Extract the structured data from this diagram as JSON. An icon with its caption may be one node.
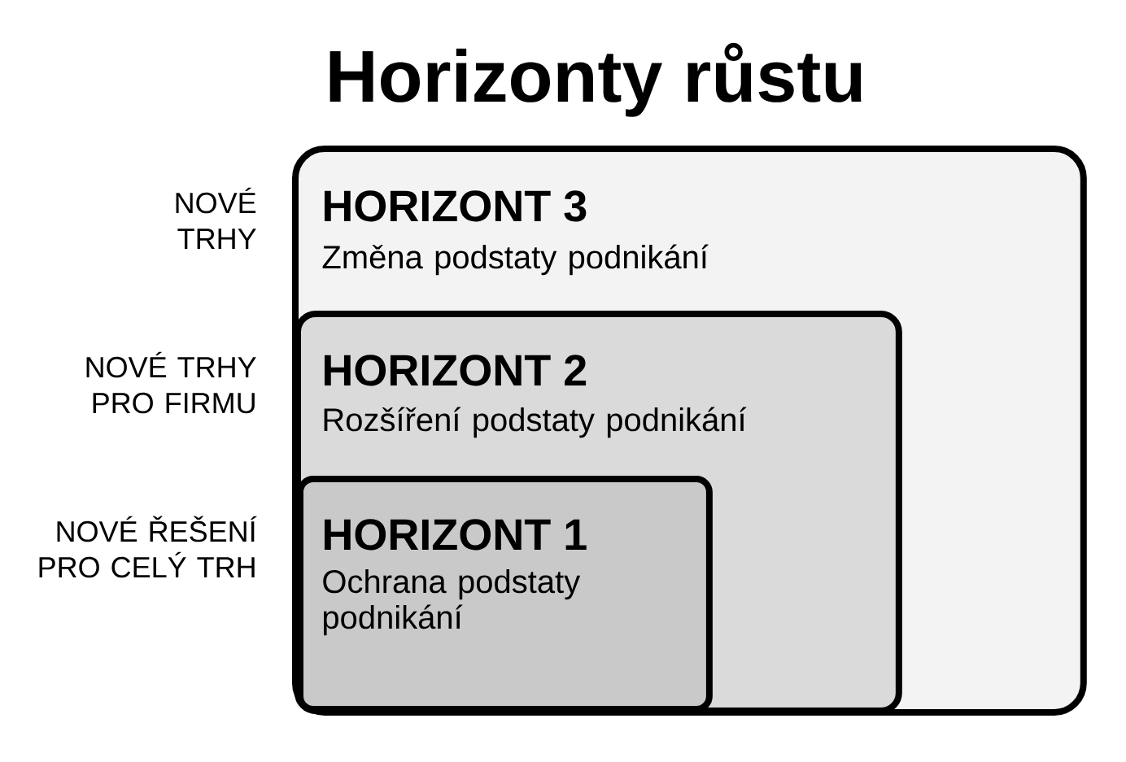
{
  "diagram": {
    "title": "Horizonty růstu",
    "nodes": [
      {
        "text": [
          "HORIZONT 3",
          "Změna podstaty podnikání"
        ],
        "beside": [
          "NOVÉ TRHY"
        ]
      },
      {
        "text": [
          "HORIZONT 2",
          "Rozšíření podstaty podnikání"
        ],
        "in": 0,
        "beside": [
          "NOVÉ TRHY PRO FIRMU"
        ]
      },
      {
        "text": [
          "HORIZONT 1",
          "Ochrana podstaty podnikání"
        ],
        "in": 1,
        "beside": [
          "NOVÉ ŘEŠENÍ PRO CELÝ TRH"
        ]
      }
    ]
  }
}
